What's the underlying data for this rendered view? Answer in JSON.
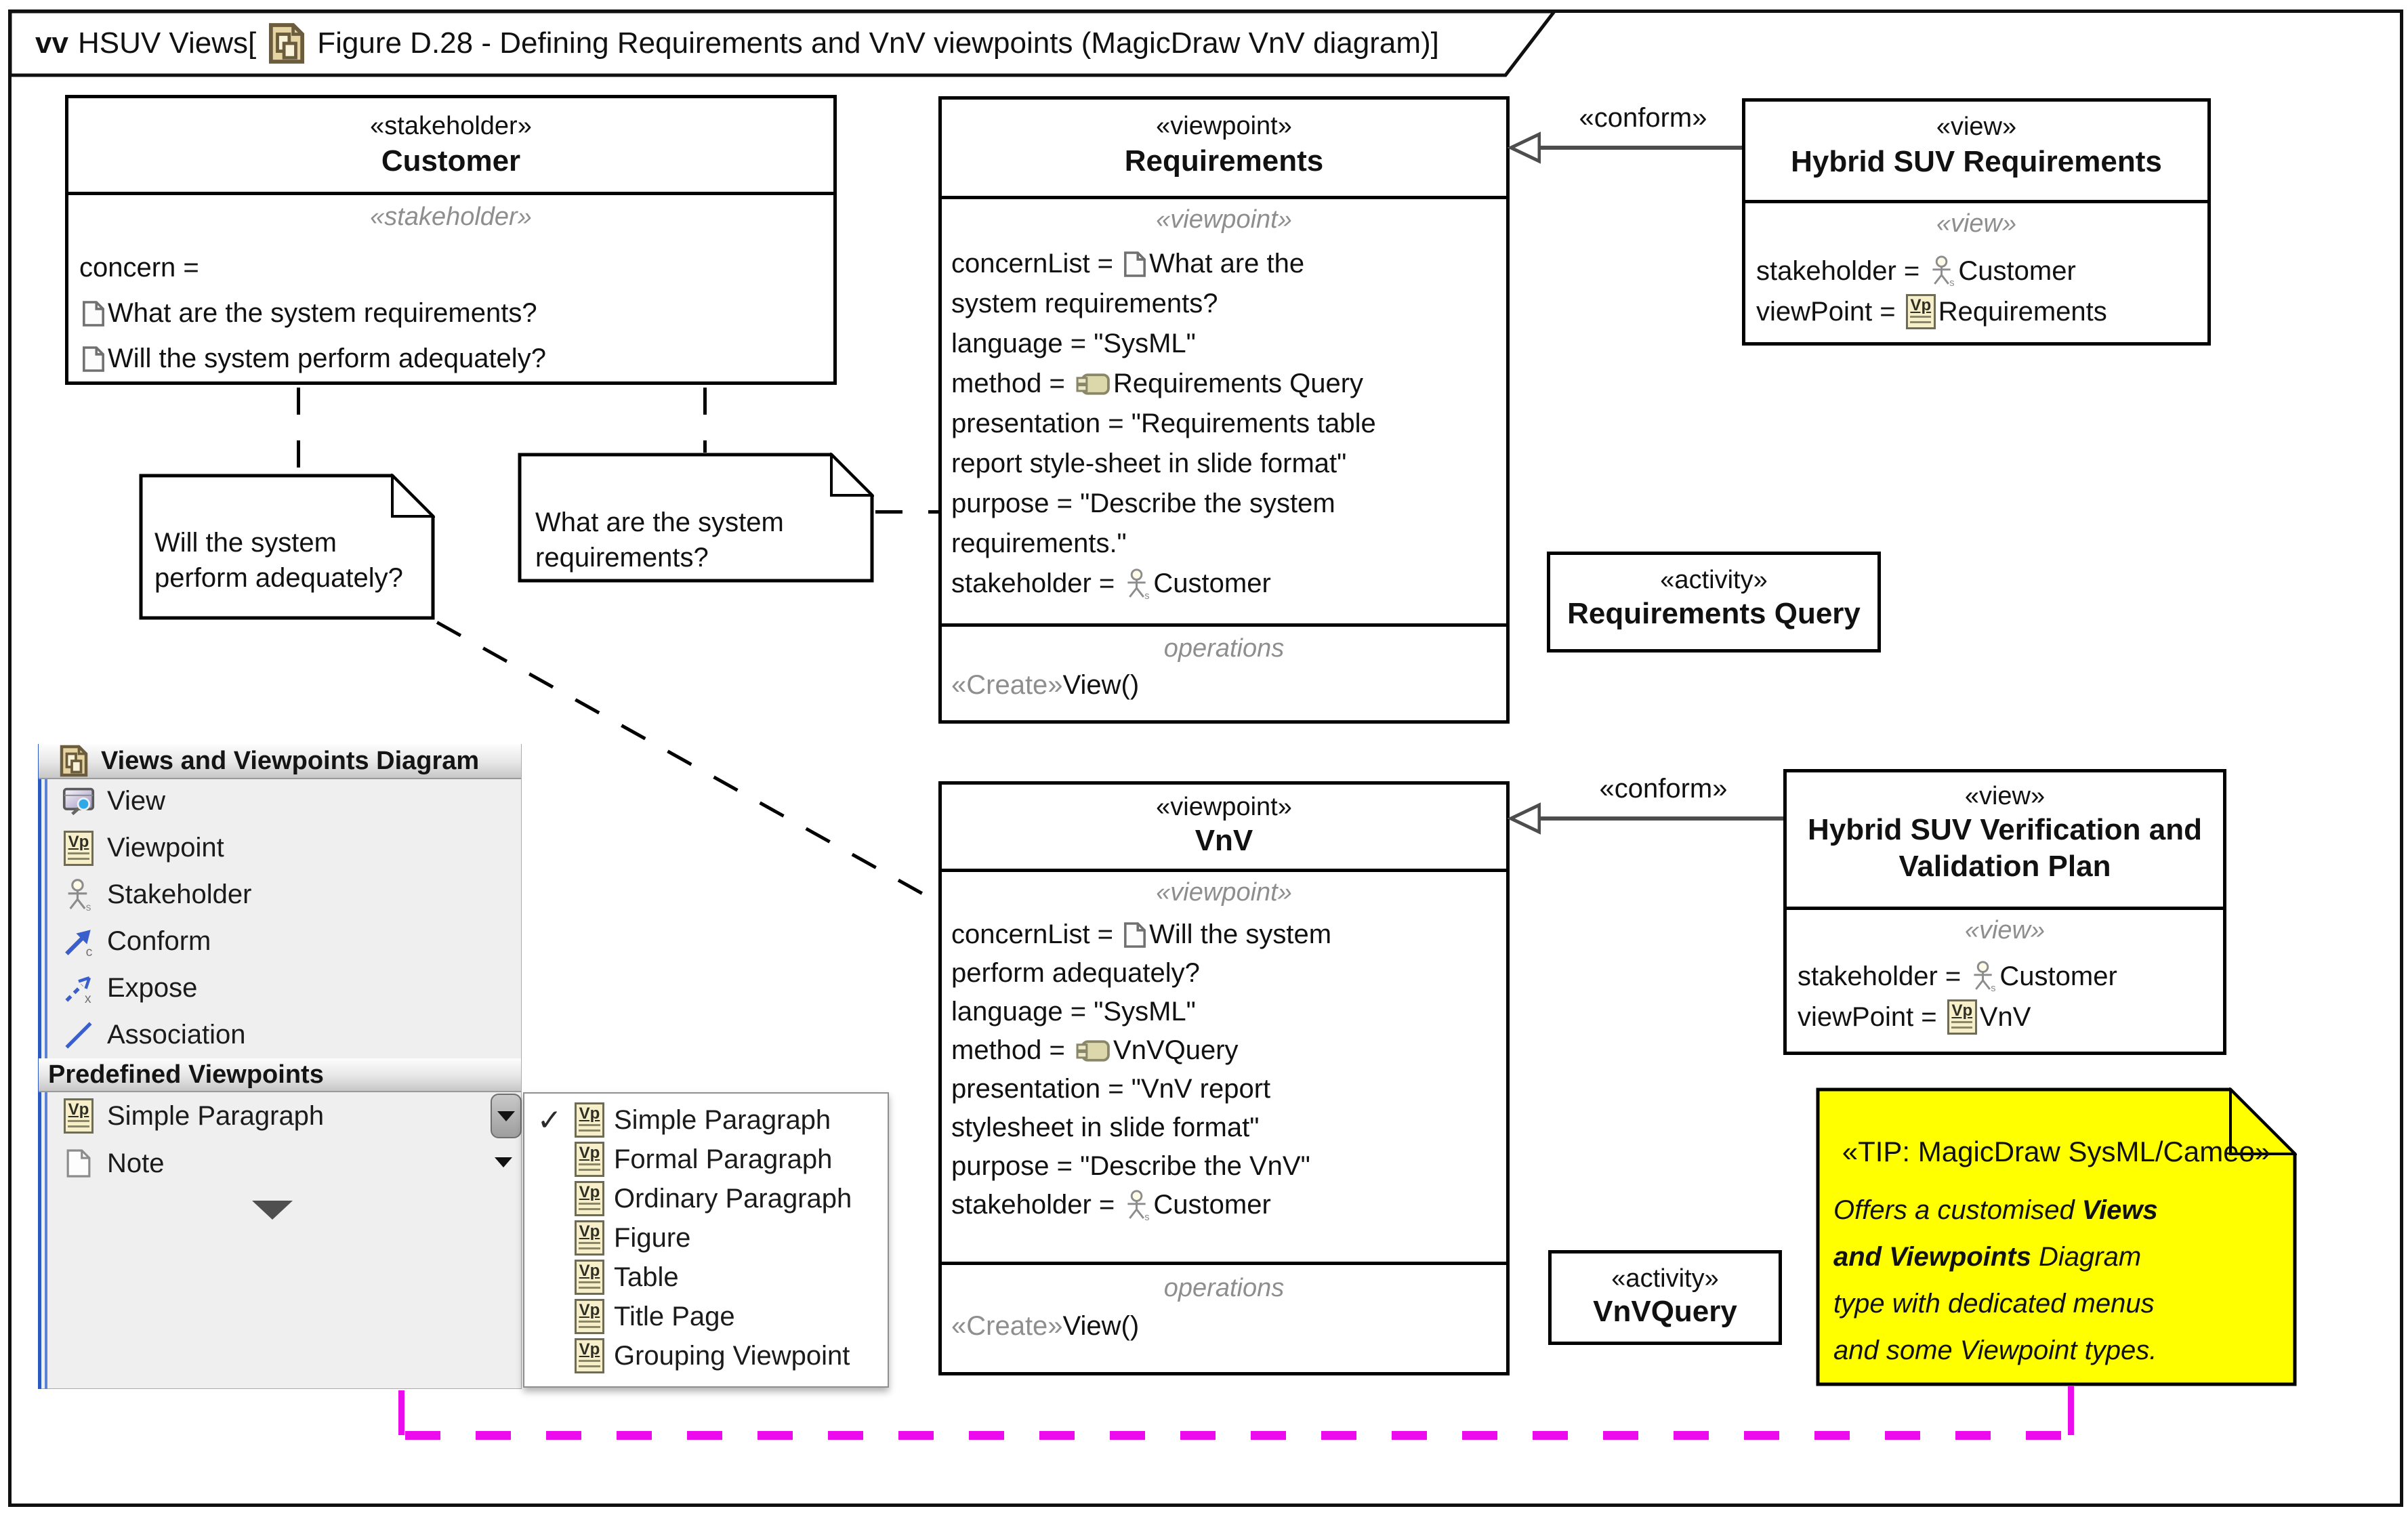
{
  "title": {
    "keyword": "vv",
    "package": "HSUV Views[",
    "figure": "Figure D.28 - Defining Requirements and VnV viewpoints (MagicDraw VnV diagram)]"
  },
  "labels": {
    "conform": "«conform»",
    "operations": "operations"
  },
  "customer": {
    "stereotype": "«stakeholder»",
    "name": "Customer",
    "body_stereotype": "«stakeholder»",
    "lines": [
      [
        {
          "t": "concern ="
        }
      ],
      [
        {
          "i": "note"
        },
        {
          "t": "What are the system requirements?"
        }
      ],
      [
        {
          "i": "note"
        },
        {
          "t": "Will the system perform adequately?"
        }
      ]
    ]
  },
  "requirements_vp": {
    "stereotype": "«viewpoint»",
    "name": "Requirements",
    "body_stereotype": "«viewpoint»",
    "lines": [
      [
        {
          "t": "concernList = "
        },
        {
          "i": "note"
        },
        {
          "t": "What are the"
        }
      ],
      [
        {
          "t": "system requirements?"
        }
      ],
      [
        {
          "t": "language = \"SysML\""
        }
      ],
      [
        {
          "t": "method = "
        },
        {
          "i": "activity"
        },
        {
          "t": "Requirements Query"
        }
      ],
      [
        {
          "t": "presentation = \"Requirements table"
        }
      ],
      [
        {
          "t": "report style-sheet in slide format\""
        }
      ],
      [
        {
          "t": "purpose = \"Describe the system"
        }
      ],
      [
        {
          "t": "requirements.\""
        }
      ],
      [
        {
          "t": "stakeholder = "
        },
        {
          "i": "stakeholder"
        },
        {
          "t": "Customer"
        }
      ]
    ],
    "ops": [
      [
        {
          "t": "«Create»",
          "c": "gray"
        },
        {
          "t": "View()"
        }
      ]
    ]
  },
  "vnv_vp": {
    "stereotype": "«viewpoint»",
    "name": "VnV",
    "body_stereotype": "«viewpoint»",
    "lines": [
      [
        {
          "t": "concernList = "
        },
        {
          "i": "note"
        },
        {
          "t": "Will the system"
        }
      ],
      [
        {
          "t": "perform adequately?"
        }
      ],
      [
        {
          "t": "language = \"SysML\""
        }
      ],
      [
        {
          "t": "method = "
        },
        {
          "i": "activity"
        },
        {
          "t": "VnVQuery"
        }
      ],
      [
        {
          "t": "presentation = \"VnV report"
        }
      ],
      [
        {
          "t": "stylesheet in slide format\""
        }
      ],
      [
        {
          "t": "purpose = \"Describe the VnV\""
        }
      ],
      [
        {
          "t": "stakeholder = "
        },
        {
          "i": "stakeholder"
        },
        {
          "t": "Customer"
        }
      ]
    ],
    "ops": [
      [
        {
          "t": "«Create»",
          "c": "gray"
        },
        {
          "t": "View()"
        }
      ]
    ]
  },
  "req_view": {
    "stereotype": "«view»",
    "name": "Hybrid SUV Requirements",
    "body_stereotype": "«view»",
    "lines": [
      [
        {
          "t": "stakeholder = "
        },
        {
          "i": "stakeholder"
        },
        {
          "t": "Customer"
        }
      ],
      [
        {
          "t": "viewPoint = "
        },
        {
          "i": "vp"
        },
        {
          "t": "Requirements"
        }
      ]
    ]
  },
  "vnv_view": {
    "stereotype": "«view»",
    "name_line1": "Hybrid SUV Verification and",
    "name_line2": "Validation Plan",
    "body_stereotype": "«view»",
    "lines": [
      [
        {
          "t": "stakeholder = "
        },
        {
          "i": "stakeholder"
        },
        {
          "t": "Customer"
        }
      ],
      [
        {
          "t": "viewPoint = "
        },
        {
          "i": "vp"
        },
        {
          "t": "VnV"
        }
      ]
    ]
  },
  "activity_req": {
    "stereotype": "«activity»",
    "name": "Requirements Query"
  },
  "activity_vnv": {
    "stereotype": "«activity»",
    "name": "VnVQuery"
  },
  "note1": {
    "line1": "Will the system",
    "line2": "perform adequately?"
  },
  "note2": {
    "line1": "What are the system",
    "line2": "requirements?"
  },
  "tip": {
    "stereotype": "«TIP: MagicDraw SysML/Cameo»",
    "lines": [
      [
        {
          "t": "Offers a customised "
        },
        {
          "t": "Views",
          "b": true
        }
      ],
      [
        {
          "t": "and Viewpoints",
          "b": true
        },
        {
          "t": " Diagram"
        }
      ],
      [
        {
          "t": "type with dedicated menus"
        }
      ],
      [
        {
          "t": "and some Viewpoint types."
        }
      ]
    ]
  },
  "palette": {
    "header": "Views and Viewpoints Diagram",
    "items": [
      {
        "label": "View",
        "icon": "view-icon"
      },
      {
        "label": "Viewpoint",
        "icon": "viewpoint-icon"
      },
      {
        "label": "Stakeholder",
        "icon": "stakeholder-icon"
      },
      {
        "label": "Conform",
        "icon": "conform-icon"
      },
      {
        "label": "Expose",
        "icon": "expose-icon"
      },
      {
        "label": "Association",
        "icon": "association-icon"
      }
    ],
    "section": "Predefined Viewpoints",
    "predefined": [
      {
        "label": "Simple Paragraph",
        "icon": "viewpoint-icon"
      },
      {
        "label": "Note",
        "icon": "note-icon"
      }
    ]
  },
  "dropdown": {
    "checkmark": "✓",
    "items": [
      "Simple Paragraph",
      "Formal Paragraph",
      "Ordinary Paragraph",
      "Figure",
      "Table",
      "Title Page",
      "Grouping Viewpoint"
    ]
  },
  "icons": {
    "vp_label": "Vp"
  },
  "colors": {
    "magenta": "#EC0BEC",
    "tip_yellow": "#FFFF00",
    "conform_gray": "#4D4D4D",
    "palette_blue": "#2C59C0"
  }
}
